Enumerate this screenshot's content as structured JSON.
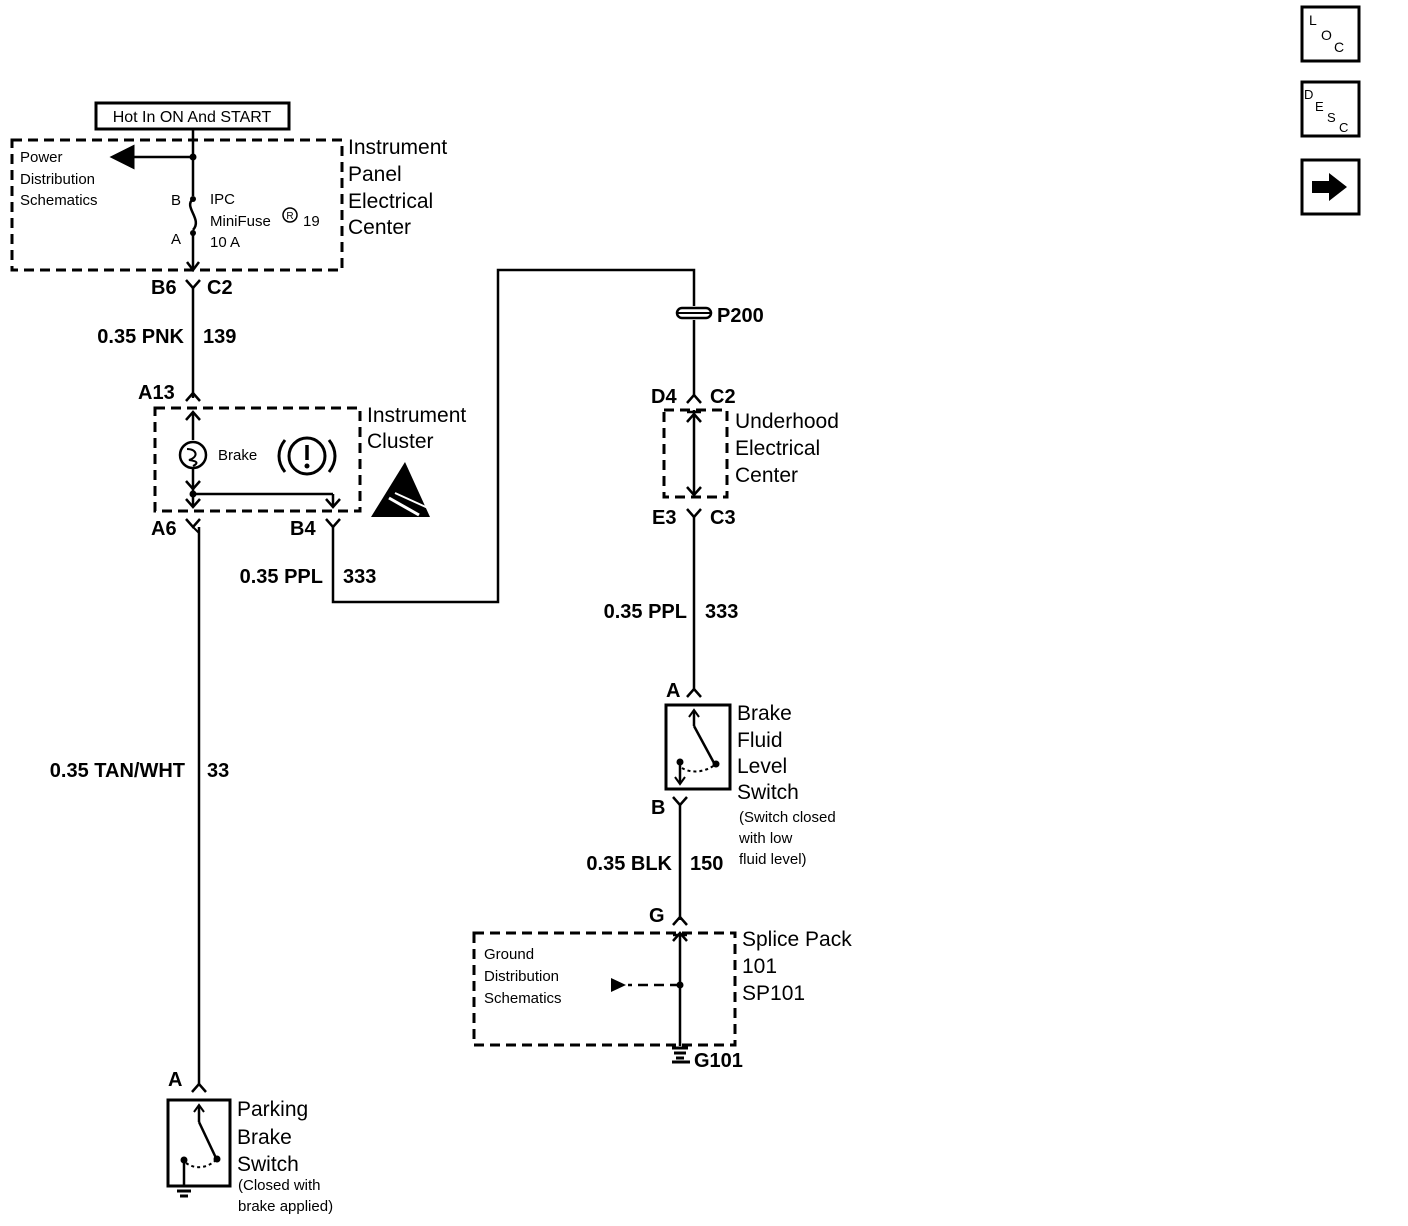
{
  "nav": {
    "loc": {
      "l1": "L",
      "l2": "O",
      "l3": "C"
    },
    "desc": {
      "l1": "D",
      "l2": "E",
      "l3": "S",
      "l4": "C"
    },
    "next_icon": "right-arrow-icon"
  },
  "power_source": "Hot In ON And START",
  "ipec": {
    "power_dist": [
      "Power",
      "Distribution",
      "Schematics"
    ],
    "fuse_pin_b": "B",
    "fuse_pin_a": "A",
    "fuse_line1": "IPC",
    "fuse_line2": "MiniFuse",
    "fuse_number": "19",
    "fuse_rating": "10 A",
    "label": [
      "Instrument",
      "Panel",
      "Electrical",
      "Center"
    ]
  },
  "wires": {
    "pnk": {
      "size_color": "0.35 PNK",
      "circuit": "139"
    },
    "ppl_left": {
      "size_color": "0.35 PPL",
      "circuit": "333"
    },
    "ppl_right": {
      "size_color": "0.35 PPL",
      "circuit": "333"
    },
    "tan": {
      "size_color": "0.35 TAN/WHT",
      "circuit": "33"
    },
    "blk": {
      "size_color": "0.35 BLK",
      "circuit": "150"
    }
  },
  "connectors": {
    "b6": "B6",
    "c2_top": "C2",
    "a13": "A13",
    "a6": "A6",
    "b4": "B4",
    "p200": "P200",
    "d4": "D4",
    "c2_uec": "C2",
    "e3": "E3",
    "c3": "C3",
    "bfls_a": "A",
    "bfls_b": "B",
    "g": "G",
    "pbs_a": "A",
    "g101": "G101"
  },
  "cluster": {
    "label": [
      "Instrument",
      "Cluster"
    ],
    "indicator": "Brake"
  },
  "uec": {
    "label": [
      "Underhood",
      "Electrical",
      "Center"
    ]
  },
  "brake_fluid_switch": {
    "label": [
      "Brake",
      "Fluid",
      "Level",
      "Switch"
    ],
    "note": [
      "(Switch closed",
      "with low",
      "fluid level)"
    ]
  },
  "splice": {
    "label": [
      "Splice Pack",
      "101",
      "SP101"
    ],
    "ground_dist": [
      "Ground",
      "Distribution",
      "Schematics"
    ]
  },
  "parking_switch": {
    "label": [
      "Parking",
      "Brake",
      "Switch"
    ],
    "note": [
      "(Closed with",
      "brake applied)"
    ]
  }
}
